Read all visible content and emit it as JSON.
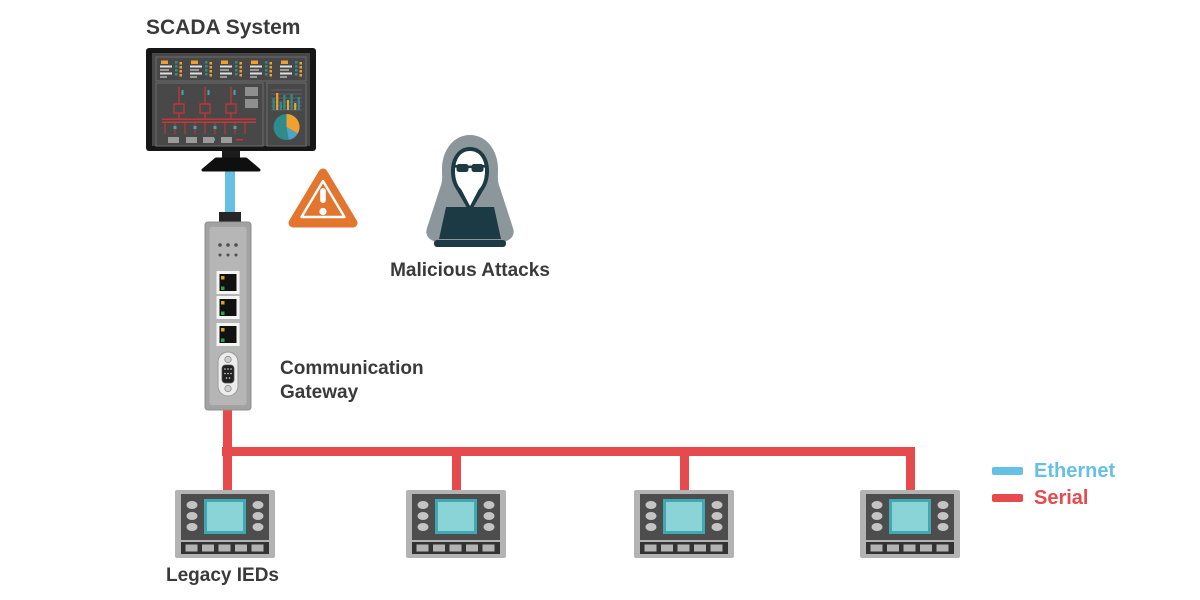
{
  "diagram": {
    "nodes": {
      "scada_system": {
        "label": "SCADA System",
        "icon": "scada-monitor-icon"
      },
      "communication_gateway": {
        "label_line1": "Communication",
        "label_line2": "Gateway",
        "icon": "gateway-icon"
      },
      "malicious_attacks": {
        "label": "Malicious Attacks",
        "icon": "hacker-icon",
        "warning_icon": "warning-triangle-icon"
      },
      "legacy_ieds": {
        "label": "Legacy IEDs",
        "icon": "ied-icon",
        "count": 4
      }
    },
    "connections": [
      {
        "from": "scada_system",
        "to": "communication_gateway",
        "type": "Ethernet",
        "color": "#66C0E4"
      },
      {
        "from": "communication_gateway",
        "to": "legacy_ieds",
        "type": "Serial",
        "color": "#E64A4D",
        "topology": "multidrop-bus"
      }
    ],
    "legend": {
      "items": [
        {
          "label": "Ethernet",
          "color": "#66C0E4"
        },
        {
          "label": "Serial",
          "color": "#E64A4D"
        }
      ]
    }
  },
  "icons": {
    "scada-monitor-icon": "desktop monitor showing SCADA dashboard with widget strip, red one-line diagram, bar chart and pie chart",
    "warning-triangle-icon": "orange rounded triangle with white exclamation mark",
    "hacker-icon": "gray hooded figure with dark sunglasses behind a laptop",
    "gateway-icon": "DIN-rail communication gateway with status LEDs, three RJ45 ports and one DB9 serial port",
    "ied-icon": "legacy IED front panel with teal LCD, six LEDs and five buttons"
  },
  "colors": {
    "ethernet": "#66C0E4",
    "serial": "#E64A4D",
    "warning_orange": "#E2762F",
    "label_text": "#3A3A3A",
    "device_gray": "#ABABAB",
    "screen_dark": "#484848",
    "lcd_teal": "#8AD3D6",
    "hood_gray": "#8C979C",
    "hood_dark": "#1C3A44",
    "chart_teal": "#2E8C8C",
    "chart_orange": "#EFA02E",
    "chart_blue": "#4BA3C7"
  }
}
